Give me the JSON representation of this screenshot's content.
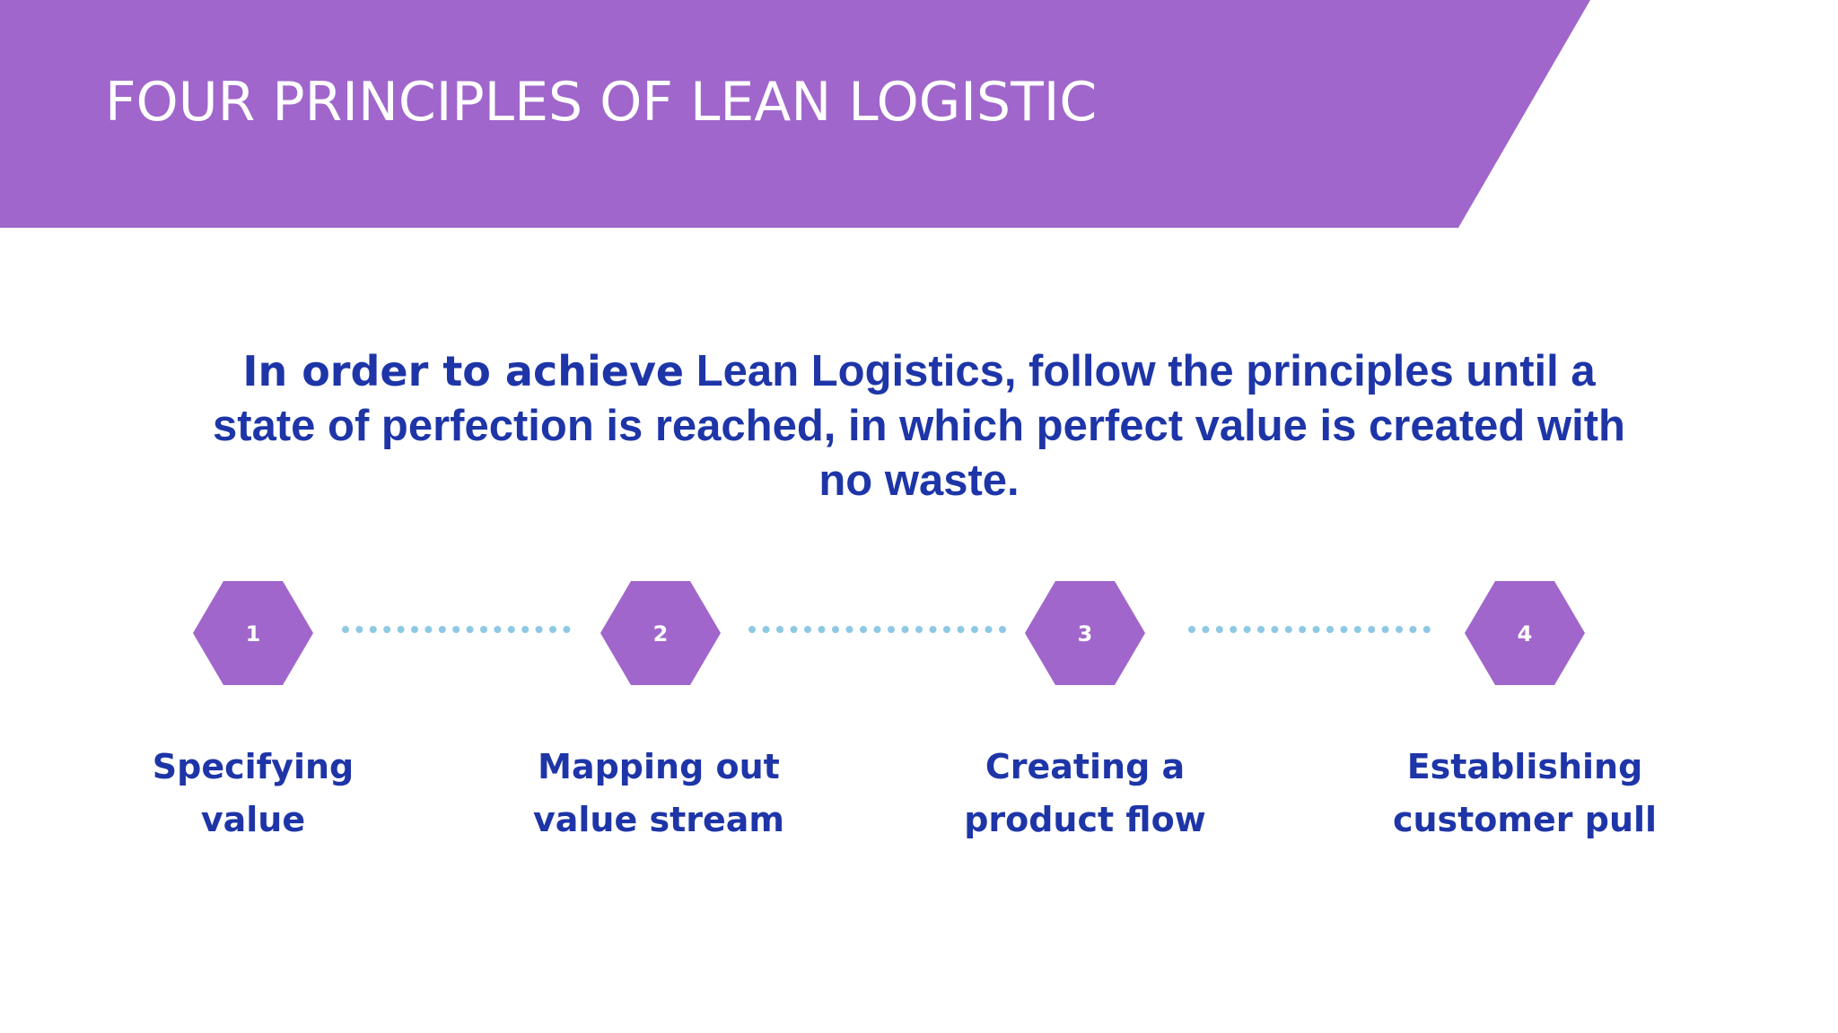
{
  "slide": {
    "title": "FOUR PRINCIPLES OF LEAN LOGISTIC",
    "intro_lead": "In order to achieve",
    "intro_rest": " Lean Logistics, follow the principles until a state of perfection is reached, in which perfect value is created with no waste."
  },
  "steps": [
    {
      "number": "1",
      "label_line1": "Specifying",
      "label_line2": "value"
    },
    {
      "number": "2",
      "label_line1": "Mapping out",
      "label_line2": "value stream"
    },
    {
      "number": "3",
      "label_line1": "Creating a",
      "label_line2": "product flow"
    },
    {
      "number": "4",
      "label_line1": "Establishing",
      "label_line2": "customer pull"
    }
  ],
  "colors": {
    "banner": "#a066cb",
    "hexagon": "#a066cb",
    "text": "#1e35a8",
    "dots": "#8ec9e3"
  }
}
